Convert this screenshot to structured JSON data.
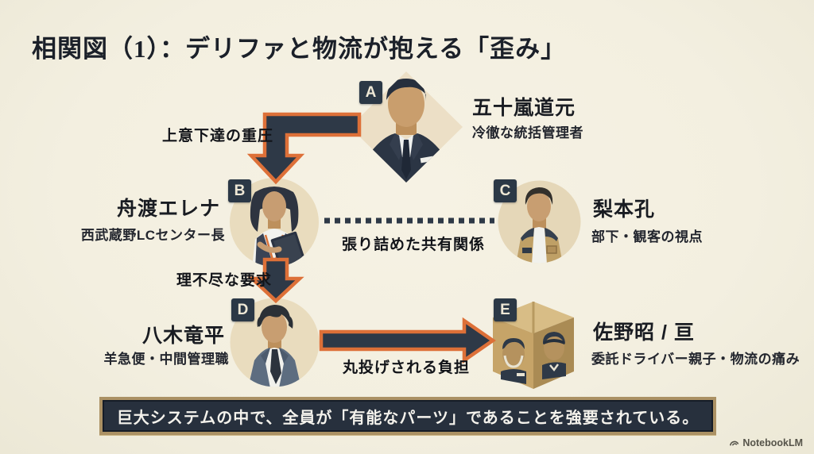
{
  "title": "相関図（1）：デリファと物流が抱える「歪み」",
  "colors": {
    "background": "#f3efe0",
    "accent_orange": "#dd7038",
    "dark_navy": "#2e3947",
    "circle_tan": "#e8dbbd",
    "banner_gold": "#ab9164",
    "banner_navy": "#27303d"
  },
  "nodes": [
    {
      "id": "A",
      "name": "五十嵐道元",
      "role": "冷徹な統括管理者",
      "portrait": "businessman-in-suit-diamond"
    },
    {
      "id": "B",
      "name": "舟渡エレナ",
      "role": "西武蔵野LCセンター長",
      "portrait": "woman-with-clipboard-circle"
    },
    {
      "id": "C",
      "name": "梨本孔",
      "role": "部下・観客の視点",
      "portrait": "worker-in-vest-circle"
    },
    {
      "id": "D",
      "name": "八木竜平",
      "role": "羊急便・中間管理職",
      "portrait": "tired-manager-circle"
    },
    {
      "id": "E",
      "name": "佐野昭 / 亘",
      "role": "委託ドライバー親子・物流の痛み",
      "portrait": "cardboard-box-with-two-driver-faces"
    }
  ],
  "edges": [
    {
      "from": "A",
      "to": "B",
      "label": "上意下達の重圧",
      "style": "elbow-arrow"
    },
    {
      "from": "B",
      "to": "C",
      "label": "張り詰めた共有関係",
      "style": "dotted-line"
    },
    {
      "from": "B",
      "to": "D",
      "label": "理不尽な要求",
      "style": "down-arrow"
    },
    {
      "from": "D",
      "to": "E",
      "label": "丸投げされる負担",
      "style": "right-arrow"
    }
  ],
  "banner": "巨大システムの中で、全員が「有能なパーツ」であることを強要されている。",
  "watermark": "NotebookLM"
}
